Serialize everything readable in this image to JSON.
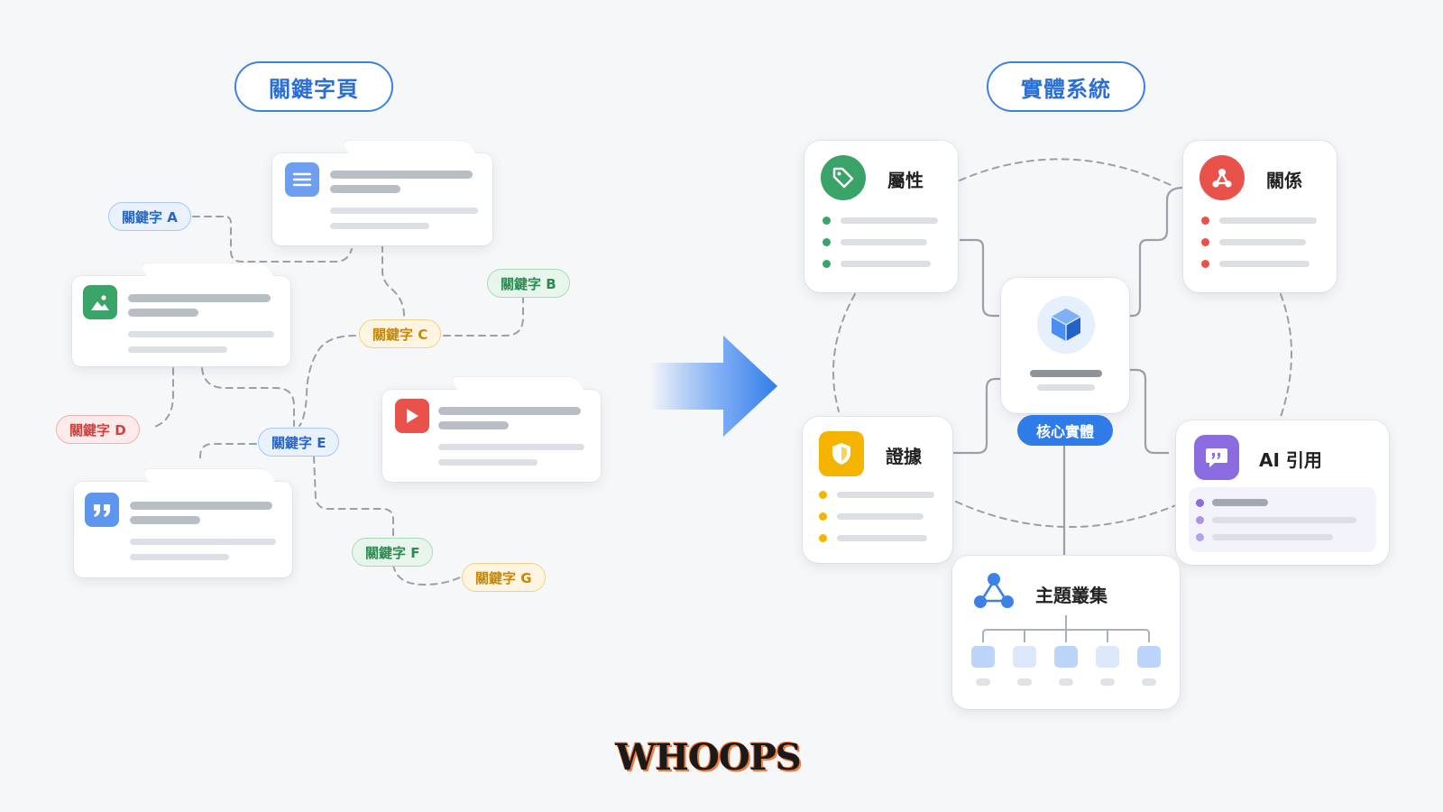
{
  "left_title": "關鍵字頁",
  "right_title": "實體系統",
  "keywords": {
    "a": "關鍵字 A",
    "b": "關鍵字 B",
    "c": "關鍵字 C",
    "d": "關鍵字 D",
    "e": "關鍵字 E",
    "f": "關鍵字 F",
    "g": "關鍵字 G"
  },
  "entities": {
    "attributes": "屬性",
    "relations": "關係",
    "evidence": "證據",
    "ai_citation": "AI 引用",
    "topic_cluster": "主題叢集",
    "core": "核心實體"
  },
  "colors": {
    "blue": "#3c82e6",
    "green": "#3aa468",
    "yellow": "#f5b400",
    "red": "#e8524a",
    "purple": "#8a6be0"
  },
  "logo_text": "WHOOPS"
}
